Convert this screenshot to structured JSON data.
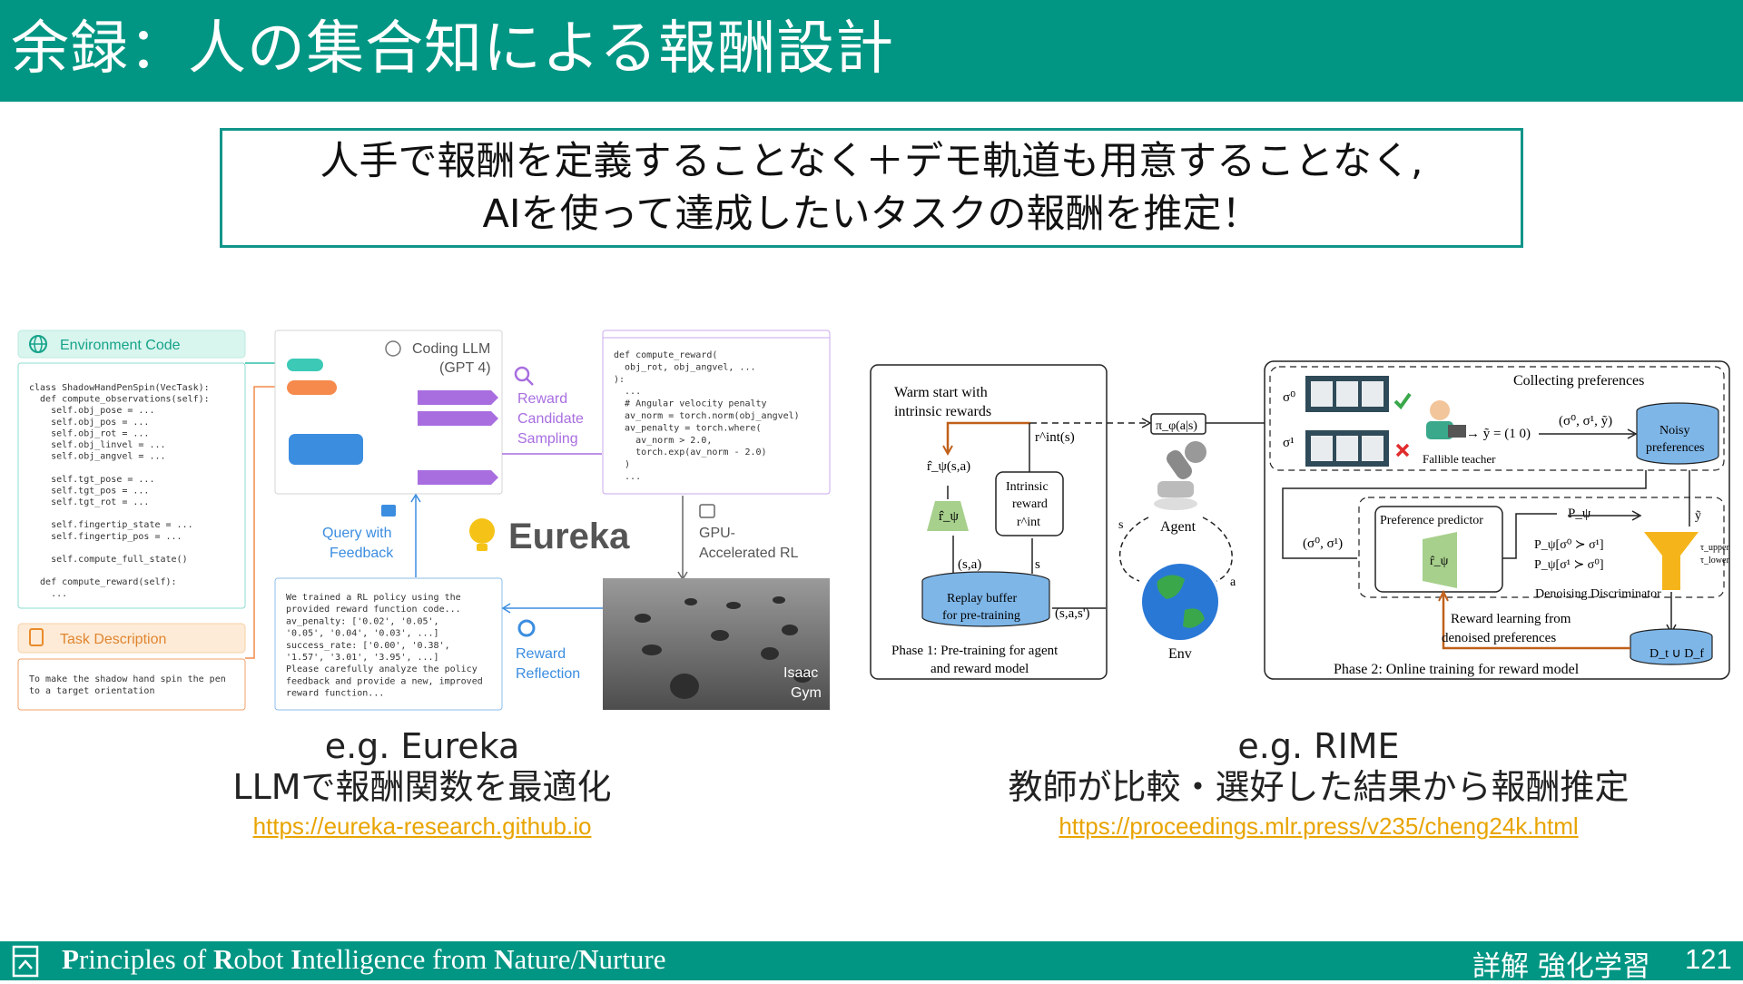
{
  "header": {
    "title": "余録：人の集合知による報酬設計"
  },
  "callout": {
    "line1": "人手で報酬を定義することなく＋デモ軌道も用意することなく,",
    "line2": "AIを使って達成したいタスクの報酬を推定！"
  },
  "eureka": {
    "env_code_title": "Environment Code",
    "env_code_lines": [
      "class ShadowHandPenSpin(VecTask):",
      "  def compute_observations(self):",
      "    self.obj_pose = ...",
      "    self.obj_pos = ...",
      "    self.obj_rot = ...",
      "    self.obj_linvel = ...",
      "    self.obj_angvel = ...",
      "",
      "    self.tgt_pose = ...",
      "    self.tgt_pos = ...",
      "    self.tgt_rot = ...",
      "",
      "    self.fingertip_state = ...",
      "    self.fingertip_pos = ...",
      "",
      "    self.compute_full_state()",
      "",
      "  def compute_reward(self):",
      "    ..."
    ],
    "coding_llm": "Coding LLM",
    "coding_llm_model": "(GPT 4)",
    "sampling_label": [
      "Reward",
      "Candidate",
      "Sampling"
    ],
    "reward_code_lines": [
      "def compute_reward(",
      "  obj_rot, obj_angvel, ...",
      "):",
      "  ...",
      "  # Angular velocity penalty",
      "  av_norm = torch.norm(obj_angvel)",
      "  av_penalty = torch.where(",
      "    av_norm > 2.0,",
      "    torch.exp(av_norm - 2.0)",
      "  )",
      "  ..."
    ],
    "query_label": [
      "Query with",
      "Feedback"
    ],
    "brand": "Eureka",
    "gpu_label": [
      "GPU-",
      "Accelerated RL"
    ],
    "task_title": "Task Description",
    "task_lines": [
      "To make the shadow hand spin the pen",
      "to a target orientation"
    ],
    "feedback_lines": [
      "We trained a RL policy using the",
      "provided reward function code...",
      "av_penalty: ['0.02', '0.05',",
      "'0.05', '0.04', '0.03', ...]",
      "success_rate: ['0.00', '0.38',",
      "'1.57', '3.01', '3.95', ...]",
      "Please carefully analyze the policy",
      "feedback and provide a new, improved",
      "reward function..."
    ],
    "reflection_label": [
      "Reward",
      "Reflection"
    ],
    "isaac_label": [
      "Isaac",
      "Gym"
    ]
  },
  "rime": {
    "warm_start": [
      "Warm start with",
      "intrinsic rewards"
    ],
    "r_int_s": "r^int(s)",
    "pi_label": "π_φ(a|s)",
    "r_psi_sa": "r̂_ψ(s,a)",
    "r_psi": "r̂_ψ",
    "intrinsic_reward": [
      "Intrinsic",
      "reward",
      "r^int"
    ],
    "agent": "Agent",
    "sa": "(s,a)",
    "s_label": "s",
    "a_label": "a",
    "replay_buffer": [
      "Replay buffer",
      "for pre-training"
    ],
    "sas": "(s,a,s')",
    "env": "Env",
    "phase1": [
      "Phase 1: Pre-training for agent",
      "and reward model"
    ],
    "collecting": "Collecting preferences",
    "sigma0": "σ⁰",
    "sigma1": "σ¹",
    "fallible": "Fallible teacher",
    "y_tilde": "→ ỹ = (1 0)",
    "triple": "(σ⁰, σ¹, ỹ)",
    "noisy": [
      "Noisy",
      "preferences"
    ],
    "pair": "(σ⁰, σ¹)",
    "pref_predictor": "Preference predictor",
    "p_psi": "P_ψ",
    "p_lines": [
      "P_ψ[σ⁰ ≻ σ¹]",
      "P_ψ[σ¹ ≻ σ⁰]"
    ],
    "y_tilde_short": "ỹ",
    "tau_upper": "τ_upper",
    "tau_lower": "τ_lower",
    "denoising": "Denoising Discriminator",
    "reward_learning": [
      "Reward learning from",
      "denoised preferences"
    ],
    "dt_df": "D_t ∪ D_f",
    "phase2": "Phase 2: Online training for reward model"
  },
  "captions": {
    "left": {
      "line1": "e.g. Eureka",
      "line2": "LLMで報酬関数を最適化",
      "link": "https://eureka-research.github.io"
    },
    "right": {
      "line1": "e.g. RIME",
      "line2": "教師が比較・選好した結果から報酬推定",
      "link": "https://proceedings.mlr.press/v235/cheng24k.html"
    }
  },
  "footer": {
    "course_parts": [
      "P",
      "rinciples of ",
      "R",
      "obot ",
      "I",
      "ntelligence from ",
      "N",
      "ature/",
      "N",
      "urture"
    ],
    "book": "詳解 強化学習",
    "page": "121"
  },
  "colors": {
    "accent": "#009683",
    "link": "#e8a400",
    "eureka_purple": "#a86ee0",
    "eureka_blue": "#3b8de0"
  }
}
